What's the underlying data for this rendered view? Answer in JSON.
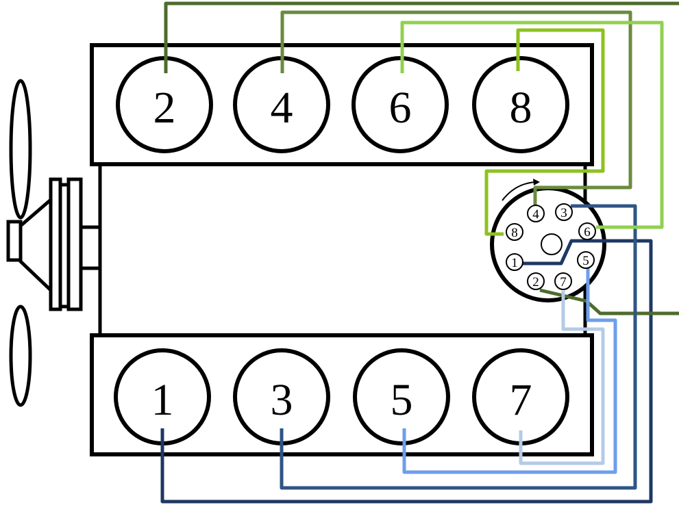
{
  "diagram": {
    "left_bank": [
      "2",
      "4",
      "6",
      "8"
    ],
    "right_bank": [
      "1",
      "3",
      "5",
      "7"
    ],
    "distributor": {
      "terminals": [
        "4",
        "3",
        "6",
        "5",
        "7",
        "2",
        "1",
        "8"
      ],
      "rotation": "clockwise"
    },
    "wires": [
      {
        "cylinder": "1",
        "terminal": "1",
        "color": "#1f3864"
      },
      {
        "cylinder": "2",
        "terminal": "2",
        "color": "#4e6b2c"
      },
      {
        "cylinder": "3",
        "terminal": "3",
        "color": "#2e5585"
      },
      {
        "cylinder": "4",
        "terminal": "4",
        "color": "#6b8a3f"
      },
      {
        "cylinder": "5",
        "terminal": "5",
        "color": "#6d9eeb"
      },
      {
        "cylinder": "6",
        "terminal": "6",
        "color": "#92d050"
      },
      {
        "cylinder": "7",
        "terminal": "7",
        "color": "#b4cbe6"
      },
      {
        "cylinder": "8",
        "terminal": "8",
        "color": "#8dc21f"
      }
    ]
  }
}
